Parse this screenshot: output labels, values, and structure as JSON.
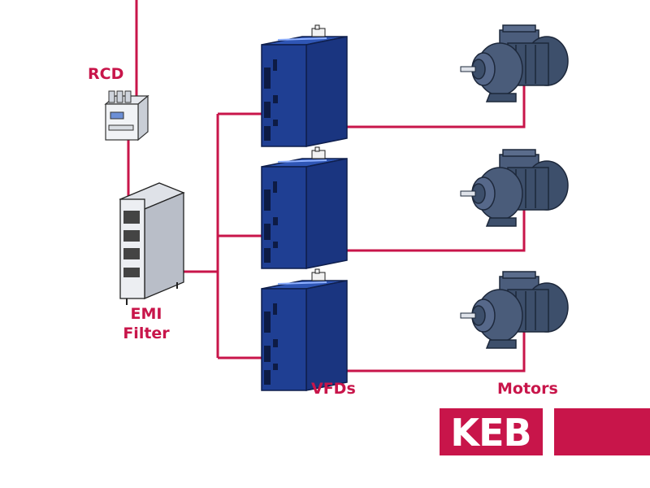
{
  "labels": {
    "rcd": "RCD",
    "emi_line1": "EMI",
    "emi_line2": "Filter",
    "vfds": "VFDs",
    "motors": "Motors"
  },
  "logo": {
    "text": "KEB"
  },
  "colors": {
    "wire": "#c8154a",
    "label": "#c8154a",
    "vfd_blue": "#1f3f93",
    "vfd_dark": "#142a66",
    "motor": "#3d4f6b",
    "motor_dark": "#26354d",
    "logo_bg": "#c8154a"
  },
  "icons": {
    "rcd": "circuit-breaker-icon",
    "emi": "emi-filter-icon",
    "vfd": "variable-frequency-drive-icon",
    "motor": "gear-motor-icon"
  }
}
